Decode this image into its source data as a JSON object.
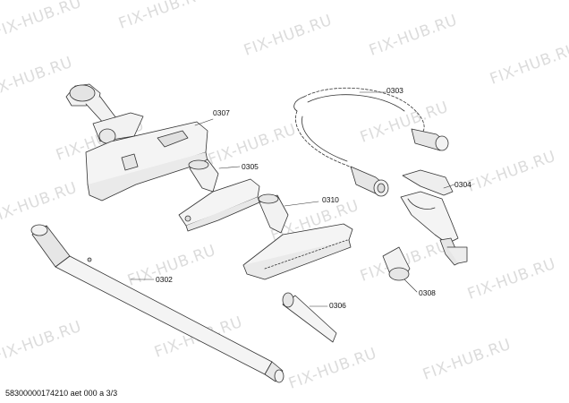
{
  "watermark_text": "FIX-HUB.RU",
  "parts": {
    "p0307": "0307",
    "p0305": "0305",
    "p0303": "0303",
    "p0310": "0310",
    "p0304": "0304",
    "p0302": "0302",
    "p0306": "0306",
    "p0308": "0308"
  },
  "footer": "58300000174210 aet 000 a 3/3",
  "colors": {
    "line": "#333333",
    "fill": "#f2f2f2",
    "watermark": "#dcdcdc"
  }
}
